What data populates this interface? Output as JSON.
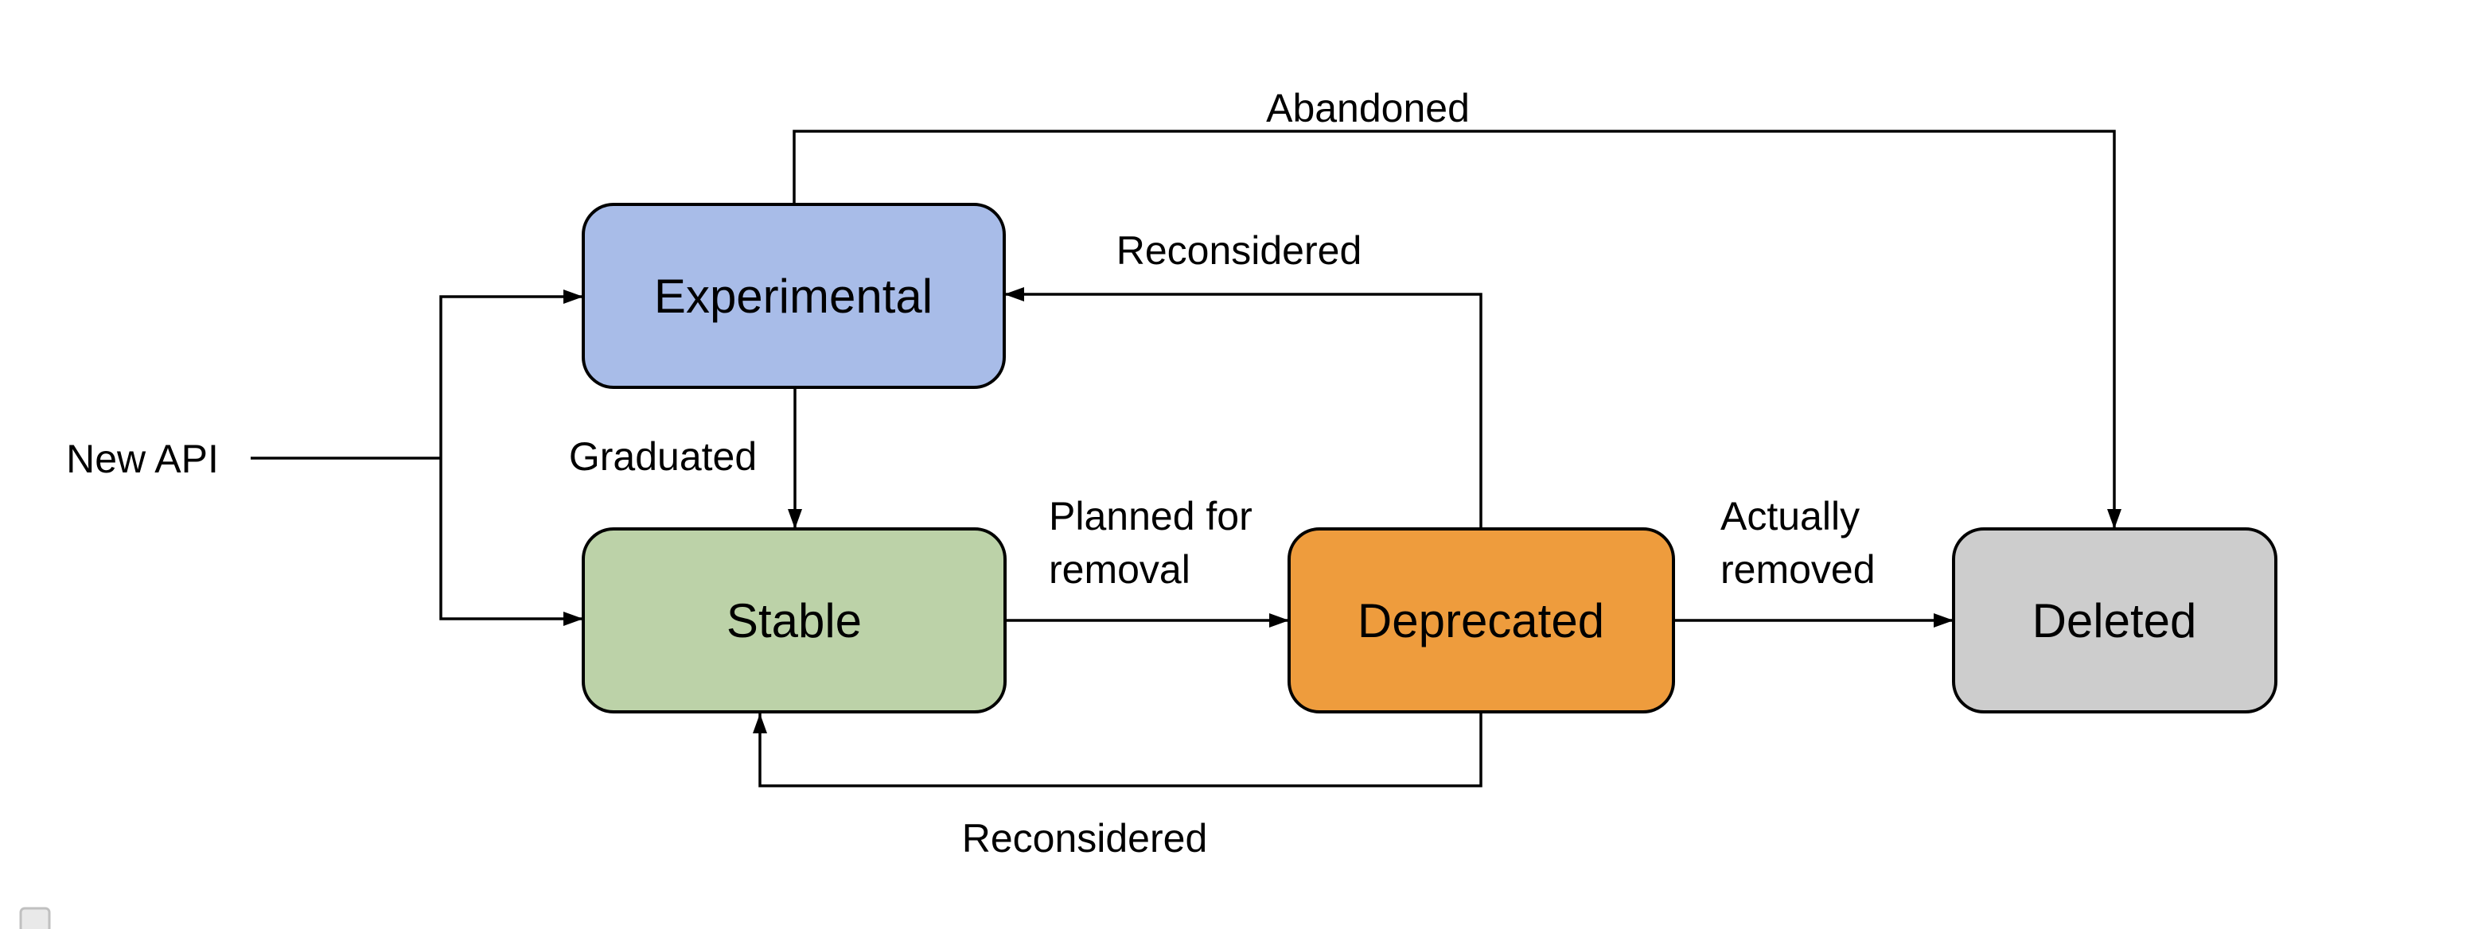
{
  "diagram": {
    "type": "state-machine",
    "background_color": "#ffffff",
    "line_color": "#000000",
    "states": [
      {
        "id": "experimental",
        "label": "Experimental",
        "fill": "#A8BCE8"
      },
      {
        "id": "stable",
        "label": "Stable",
        "fill": "#BCD2A8"
      },
      {
        "id": "deprecated",
        "label": "Deprecated",
        "fill": "#EE9C3D"
      },
      {
        "id": "deleted",
        "label": "Deleted",
        "fill": "#CDCDCD"
      }
    ],
    "transitions": [
      {
        "id": "new-api",
        "label": "New API",
        "from": "entry",
        "to": "experimental, stable"
      },
      {
        "id": "graduated",
        "label": "Graduated",
        "from": "experimental",
        "to": "stable"
      },
      {
        "id": "planned-for-removal",
        "label": "Planned for removal",
        "label_lines": [
          "Planned for",
          "removal"
        ],
        "from": "stable",
        "to": "deprecated"
      },
      {
        "id": "actually-removed",
        "label": "Actually removed",
        "label_lines": [
          "Actually",
          "removed"
        ],
        "from": "deprecated",
        "to": "deleted"
      },
      {
        "id": "reconsidered-to-experimental",
        "label": "Reconsidered",
        "from": "deprecated",
        "to": "experimental"
      },
      {
        "id": "reconsidered-to-stable",
        "label": "Reconsidered",
        "from": "deprecated",
        "to": "stable"
      },
      {
        "id": "abandoned",
        "label": "Abandoned",
        "from": "experimental",
        "to": "deleted"
      }
    ]
  }
}
